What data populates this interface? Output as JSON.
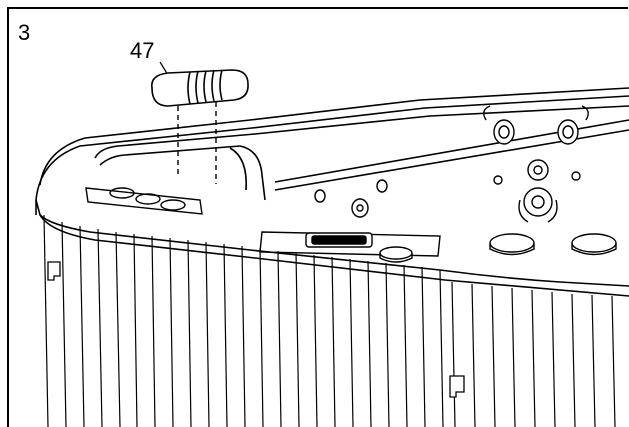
{
  "figure": {
    "step_number": "3",
    "callouts": [
      {
        "label": "47",
        "target": "pillow"
      }
    ]
  },
  "colors": {
    "line": "#000000",
    "background": "#ffffff"
  },
  "parts": {
    "pillow": "pillow-icon",
    "control_panel": "control-panel-icon",
    "jets": "jet-icon",
    "filter_caps": "filter-cap-icon"
  }
}
